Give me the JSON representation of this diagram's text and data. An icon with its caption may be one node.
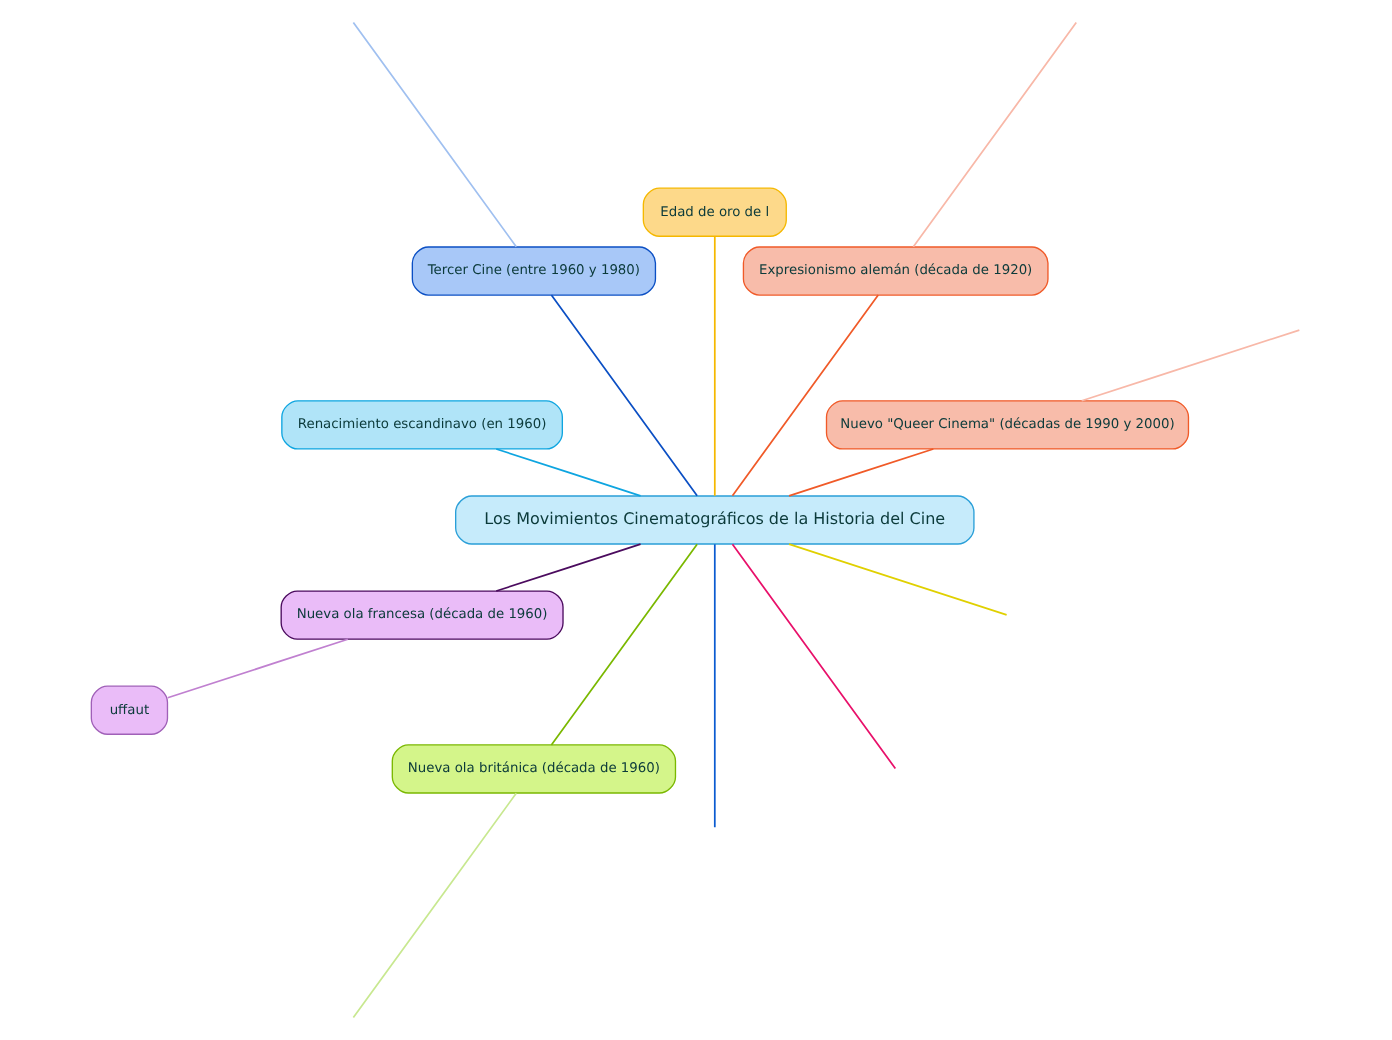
{
  "diagram": {
    "nodes": [
      {
        "text": [
          "Los Movimientos Cinematográficos de la Historia del Cine"
        ]
      },
      {
        "text": [
          "Nuevo \"Queer Cinema\" (décadas de 1990 y 2000)"
        ]
      },
      {
        "text": [
          "Expresionismo alemán (década de 1920)"
        ]
      },
      {
        "text": [
          "Edad de oro de l"
        ]
      },
      {
        "text": [
          "Tercer Cine (entre 1960 y 1980)"
        ]
      },
      {
        "text": [
          "Renacimiento escandinavo (en 1960)"
        ]
      },
      {
        "text": [
          "Nueva ola francesa (década de 1960)"
        ]
      },
      {
        "text": [
          "uffaut"
        ]
      },
      {
        "text": [
          "Nueva ola británica (década de 1960)"
        ]
      }
    ],
    "edges": [
      {
        "from": 0,
        "to": 1,
        "arrow": "none",
        "color": "#f05a28"
      },
      {
        "from": 0,
        "to": null,
        "arrow": "none",
        "color": "#0b5bd0"
      },
      {
        "from": 0,
        "to": 2,
        "arrow": "none",
        "color": "#f05a28"
      },
      {
        "from": 0,
        "to": 3,
        "arrow": "none",
        "color": "#f5b800"
      },
      {
        "from": 0,
        "to": 4,
        "arrow": "none",
        "color": "#0b4fc4"
      },
      {
        "from": 0,
        "to": 5,
        "arrow": "none",
        "color": "#0ea5e0"
      },
      {
        "from": 0,
        "to": 6,
        "arrow": "none",
        "color": "#4b0b5e"
      },
      {
        "from": 0,
        "to": null,
        "arrow": "none",
        "color": "#e8106a"
      },
      {
        "from": 0,
        "to": null,
        "arrow": "none",
        "color": "#e0d000"
      },
      {
        "from": 0,
        "to": 8,
        "arrow": "none",
        "color": "#7ab800"
      },
      {
        "from": 6,
        "to": 7,
        "arrow": "none",
        "color": "#c080d0"
      },
      {
        "from": 1,
        "to": null,
        "arrow": "none",
        "color": "#f8b8a8"
      },
      {
        "from": 2,
        "to": null,
        "arrow": "none",
        "color": "#f8b8a8"
      },
      {
        "from": 4,
        "to": null,
        "arrow": "none",
        "color": "#a0c0f0"
      },
      {
        "from": 8,
        "to": null,
        "arrow": "none",
        "color": "#c8e890"
      }
    ]
  }
}
